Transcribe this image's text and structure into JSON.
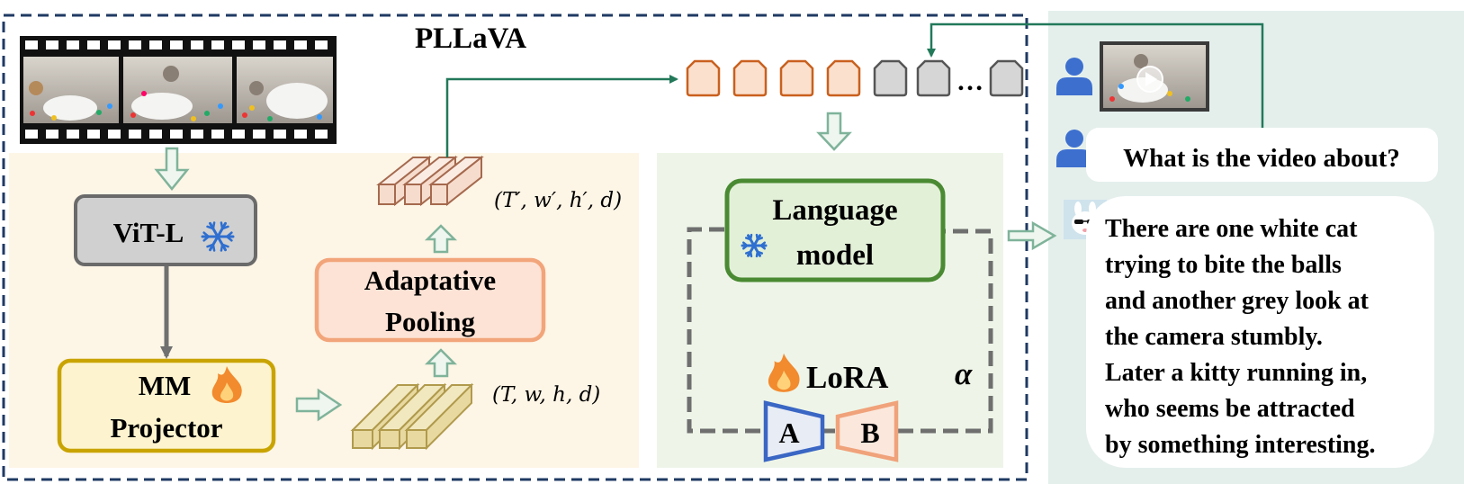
{
  "title": "PLLaVA",
  "encoder": {
    "label": "ViT-L",
    "state": "frozen",
    "icon": "snowflake-icon"
  },
  "projector": {
    "line1": "MM",
    "line2": "Projector",
    "state": "trainable",
    "icon": "flame-icon"
  },
  "pooling": {
    "line1": "Adaptative",
    "line2": "Pooling"
  },
  "input_shape": "(T, w, h, d)",
  "output_shape": "(T′, w′, h′, d)",
  "language_model": {
    "line1": "Language",
    "line2": "model",
    "state": "frozen",
    "icon": "snowflake-icon"
  },
  "lora": {
    "label": "LoRA",
    "a": "A",
    "b": "B",
    "alpha": "α",
    "icon": "flame-icon"
  },
  "tokens": {
    "ellipsis": "…",
    "visual_count": 4,
    "text_count": 3
  },
  "chat": {
    "question": "What is the video about?",
    "answer_lines": [
      "There are one white cat",
      "trying to bite the balls",
      "and another grey look at",
      "the camera stumbly.",
      "Later a kitty running  in,",
      "who seems be attracted",
      "by something interesting."
    ]
  },
  "colors": {
    "frame_border": "#1f3a63",
    "encoder_panel": "#fdf5e6",
    "lm_panel": "#eef5e8",
    "chat_panel": "#e4efec",
    "vit_fill": "#d0d0d0",
    "projector_border": "#c9a400",
    "projector_fill": "#fdf4cf",
    "pooling_border": "#f2a57a",
    "pooling_fill": "#fde3d6",
    "lm_border": "#4a8a32",
    "lm_fill": "#e3f0d8",
    "lora_a": "#3a66c4",
    "lora_b": "#f0a27a",
    "arrow_hollow": "#7fb39a",
    "arrow_link": "#22795a",
    "token_visual": "#c9601e",
    "user_icon": "#3d6fcf"
  }
}
